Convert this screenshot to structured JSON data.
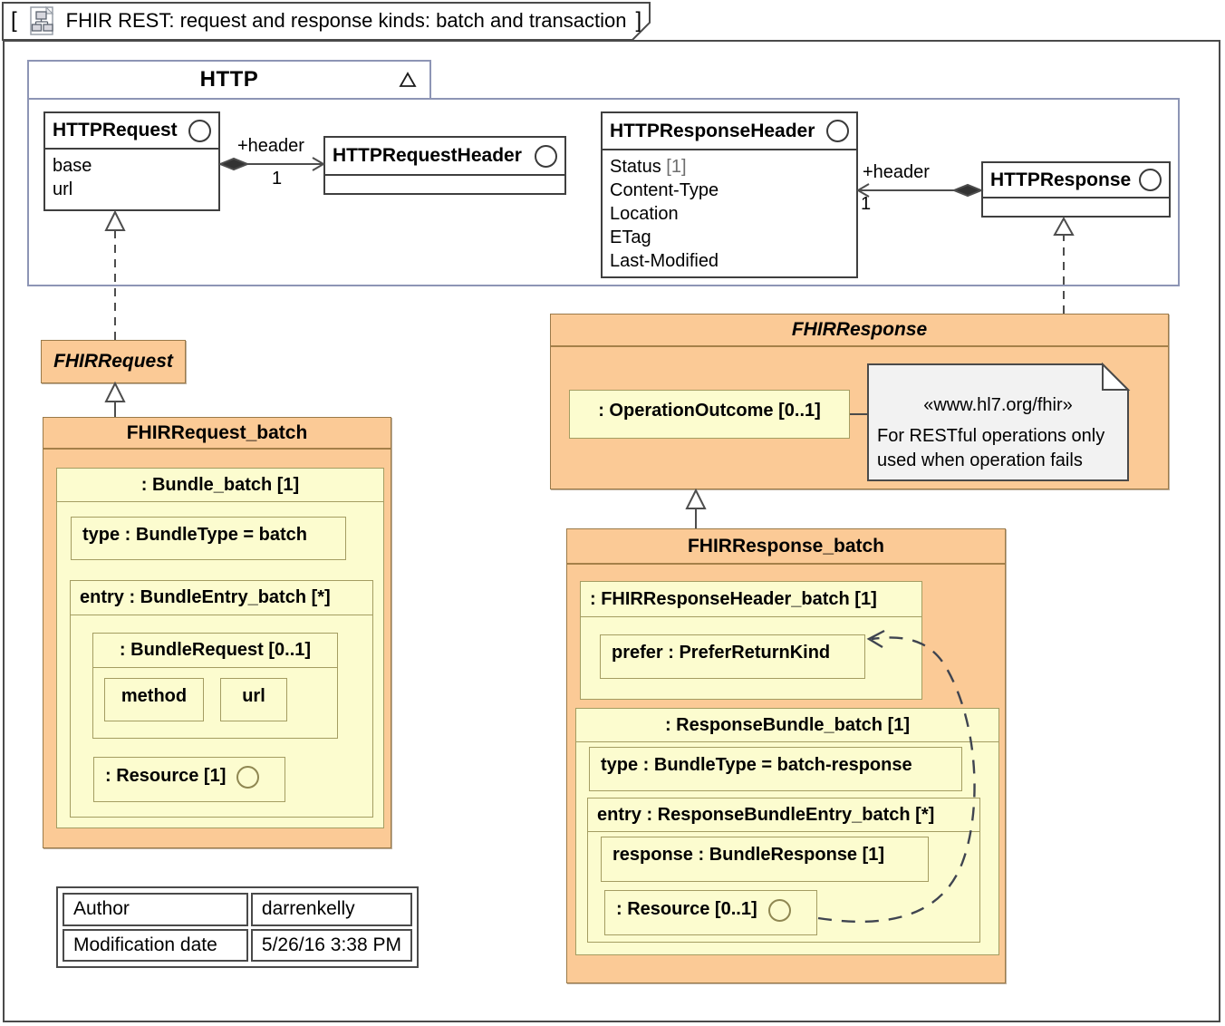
{
  "diagram_tab": {
    "bracket_open": "[",
    "bracket_close": "]",
    "title": "FHIR REST: request and response kinds: batch and transaction"
  },
  "http_frame": {
    "label": "HTTP"
  },
  "http_request": {
    "name": "HTTPRequest",
    "attrs": [
      {
        "t": "base"
      },
      {
        "t": "url"
      }
    ]
  },
  "http_request_header": {
    "name": "HTTPRequestHeader"
  },
  "http_response_header": {
    "name": "HTTPResponseHeader",
    "attrs": [
      {
        "t": "Status ",
        "m": "[1]"
      },
      {
        "t": "Content-Type"
      },
      {
        "t": "Location"
      },
      {
        "t": "ETag"
      },
      {
        "t": "Last-Modified"
      }
    ]
  },
  "http_response": {
    "name": "HTTPResponse"
  },
  "assoc_request_header": {
    "role": "+header",
    "multiplicity": "1"
  },
  "assoc_response_header": {
    "role": "+header",
    "multiplicity": "1"
  },
  "fhir_request": {
    "name": "FHIRRequest"
  },
  "fhir_request_batch": {
    "name": "FHIRRequest_batch",
    "bundle_label": ": Bundle_batch [1]",
    "type_label": "type : BundleType = batch",
    "entry_label": "entry : BundleEntry_batch [*]",
    "bundle_request_label": ": BundleRequest [0..1]",
    "method_label": "method",
    "url_label": "url",
    "resource_label": ": Resource [1]"
  },
  "fhir_response": {
    "name": "FHIRResponse",
    "operation_outcome_label": ": OperationOutcome [0..1]",
    "note": {
      "stereotype": "«www.hl7.org/fhir»",
      "line1": "For RESTful operations only",
      "line2": "used when operation fails"
    }
  },
  "fhir_response_batch": {
    "name": "FHIRResponse_batch",
    "header_label": ": FHIRResponseHeader_batch [1]",
    "prefer_label": "prefer : PreferReturnKind",
    "bundle_label": ": ResponseBundle_batch [1]",
    "type_label": "type : BundleType = batch-response",
    "entry_label": "entry : ResponseBundleEntry_batch [*]",
    "response_label": "response : BundleResponse [1]",
    "resource_label": ": Resource [0..1]"
  },
  "meta_table": {
    "rows": [
      {
        "key": "Author",
        "value": "darrenkelly"
      },
      {
        "key": "Modification date",
        "value": "5/26/16 3:38 PM"
      }
    ]
  },
  "colors": {
    "node_orange": "#FBCA96",
    "node_yellow": "#FCFCCF",
    "note_gray": "#F2F2F2",
    "frame_border": "#8D95B5",
    "connector": "#4D4D4D"
  }
}
